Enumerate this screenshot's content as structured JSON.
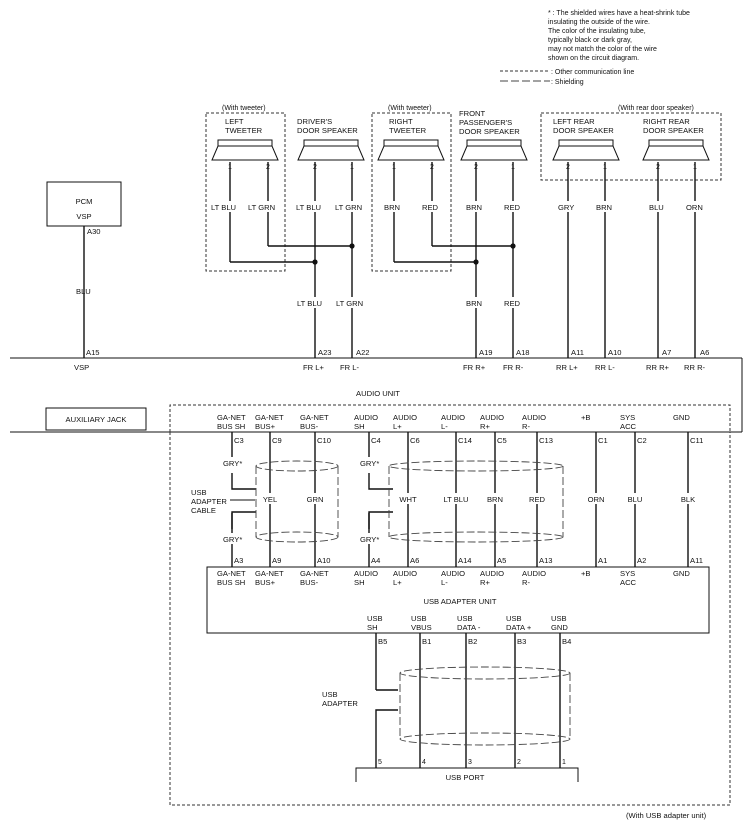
{
  "note": {
    "lines": [
      "* : The shielded wires have a heat-shrink tube",
      "insulating the outside of the wire.",
      "The color of the insulating tube,",
      "typically black or dark gray,",
      "may not match the color of the wire",
      "shown on the circuit diagram."
    ]
  },
  "legend": {
    "comm_line": ": Other communication line",
    "shielding": ": Shielding"
  },
  "pcm": {
    "title": "PCM",
    "pin_label": "VSP",
    "pin": "A30",
    "wire": "BLU"
  },
  "groups": {
    "left_tweeter_opt": "(With tweeter)",
    "right_tweeter_opt": "(With tweeter)",
    "rear_opt": "(With rear door speaker)"
  },
  "speakers": [
    {
      "name1": "LEFT",
      "name2": "TWEETER",
      "name3": "",
      "p1": "1",
      "p2": "2",
      "w1": "LT BLU",
      "w2": "LT GRN"
    },
    {
      "name1": "DRIVER'S",
      "name2": "DOOR SPEAKER",
      "name3": "",
      "p1": "2",
      "p2": "1",
      "w1": "LT BLU",
      "w2": "LT GRN"
    },
    {
      "name1": "RIGHT",
      "name2": "TWEETER",
      "name3": "",
      "p1": "1",
      "p2": "2",
      "w1": "BRN",
      "w2": "RED"
    },
    {
      "name1": "FRONT",
      "name2": "PASSENGER'S",
      "name3": "DOOR SPEAKER",
      "p1": "2",
      "p2": "1",
      "w1": "BRN",
      "w2": "RED"
    },
    {
      "name1": "LEFT REAR",
      "name2": "DOOR SPEAKER",
      "name3": "",
      "p1": "2",
      "p2": "1",
      "w1": "GRY",
      "w2": "BRN"
    },
    {
      "name1": "RIGHT REAR",
      "name2": "DOOR SPEAKER",
      "name3": "",
      "p1": "2",
      "p2": "1",
      "w1": "BLU",
      "w2": "ORN"
    }
  ],
  "front_wires": [
    "LT BLU",
    "LT GRN",
    "BRN",
    "RED"
  ],
  "audio_top_pins": [
    {
      "pin": "A15",
      "label": "VSP"
    },
    {
      "pin": "A23",
      "label": "FR L+"
    },
    {
      "pin": "A22",
      "label": "FR L-"
    },
    {
      "pin": "A19",
      "label": "FR R+"
    },
    {
      "pin": "A18",
      "label": "FR R-"
    },
    {
      "pin": "A11",
      "label": "RR L+"
    },
    {
      "pin": "A10",
      "label": "RR L-"
    },
    {
      "pin": "A7",
      "label": "RR R+"
    },
    {
      "pin": "A6",
      "label": "RR R-"
    }
  ],
  "audio_unit": "AUDIO UNIT",
  "aux_jack": "AUXILIARY JACK",
  "audio_bottom": [
    {
      "l1": "GA-NET",
      "l2": "BUS SH",
      "pin": "C3",
      "wire": "GRY*"
    },
    {
      "l1": "GA-NET",
      "l2": "BUS+",
      "pin": "C9",
      "wire": "YEL"
    },
    {
      "l1": "GA-NET",
      "l2": "BUS-",
      "pin": "C10",
      "wire": "GRN"
    },
    {
      "l1": "AUDIO",
      "l2": "SH",
      "pin": "C4",
      "wire": "GRY*"
    },
    {
      "l1": "AUDIO",
      "l2": "L+",
      "pin": "C6",
      "wire": "WHT"
    },
    {
      "l1": "AUDIO",
      "l2": "L-",
      "pin": "C14",
      "wire": "LT BLU"
    },
    {
      "l1": "AUDIO",
      "l2": "R+",
      "pin": "C5",
      "wire": "BRN"
    },
    {
      "l1": "AUDIO",
      "l2": "R-",
      "pin": "C13",
      "wire": "RED"
    },
    {
      "l1": "+B",
      "l2": "",
      "pin": "C1",
      "wire": "ORN"
    },
    {
      "l1": "SYS",
      "l2": "ACC",
      "pin": "C2",
      "wire": "BLU"
    },
    {
      "l1": "GND",
      "l2": "",
      "pin": "C11",
      "wire": "BLK"
    }
  ],
  "usb_cable": [
    "USB",
    "ADAPTER",
    "CABLE"
  ],
  "adapter_pins": [
    {
      "pin": "A3",
      "wire": "GRY*",
      "l1": "GA-NET",
      "l2": "BUS SH"
    },
    {
      "pin": "A9",
      "wire": "",
      "l1": "GA-NET",
      "l2": "BUS+"
    },
    {
      "pin": "A10",
      "wire": "",
      "l1": "GA-NET",
      "l2": "BUS-"
    },
    {
      "pin": "A4",
      "wire": "GRY*",
      "l1": "AUDIO",
      "l2": "SH"
    },
    {
      "pin": "A6",
      "wire": "",
      "l1": "AUDIO",
      "l2": "L+"
    },
    {
      "pin": "A14",
      "wire": "",
      "l1": "AUDIO",
      "l2": "L-"
    },
    {
      "pin": "A5",
      "wire": "",
      "l1": "AUDIO",
      "l2": "R+"
    },
    {
      "pin": "A13",
      "wire": "",
      "l1": "AUDIO",
      "l2": "R-"
    },
    {
      "pin": "A1",
      "wire": "",
      "l1": "+B",
      "l2": ""
    },
    {
      "pin": "A2",
      "wire": "",
      "l1": "SYS",
      "l2": "ACC"
    },
    {
      "pin": "A11",
      "wire": "",
      "l1": "GND",
      "l2": ""
    }
  ],
  "adapter_unit": "USB ADAPTER UNIT",
  "usb_b_pins": [
    {
      "l1": "USB",
      "l2": "SH",
      "pin": "B5",
      "port": "5"
    },
    {
      "l1": "USB",
      "l2": "VBUS",
      "pin": "B1",
      "port": "4"
    },
    {
      "l1": "USB",
      "l2": "DATA -",
      "pin": "B2",
      "port": "3"
    },
    {
      "l1": "USB",
      "l2": "DATA +",
      "pin": "B3",
      "port": "2"
    },
    {
      "l1": "USB",
      "l2": "GND",
      "pin": "B4",
      "port": "1"
    }
  ],
  "usb_adapter": [
    "USB",
    "ADAPTER"
  ],
  "usb_port": "USB PORT",
  "usb_unit_note": "(With USB adapter unit)"
}
